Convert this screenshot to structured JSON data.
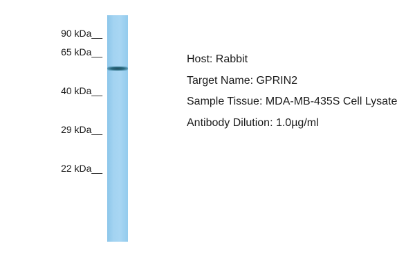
{
  "markers": [
    {
      "label": "90 kDa__",
      "value_kda": 90
    },
    {
      "label": "65 kDa__",
      "value_kda": 65
    },
    {
      "label": "40 kDa__",
      "value_kda": 40
    },
    {
      "label": "29 kDa__",
      "value_kda": 29
    },
    {
      "label": "22 kDa__",
      "value_kda": 22
    }
  ],
  "bands": [
    {
      "kda": 53,
      "intensity": 0.9
    }
  ],
  "info": {
    "host": "Host: Rabbit",
    "target": "Target Name: GPRIN2",
    "tissue": "Sample Tissue: MDA-MB-435S Cell Lysate",
    "dilution": "Antibody Dilution: 1.0µg/ml"
  },
  "colors": {
    "lane": "#a3d3f1",
    "band": "#1d5f73"
  }
}
